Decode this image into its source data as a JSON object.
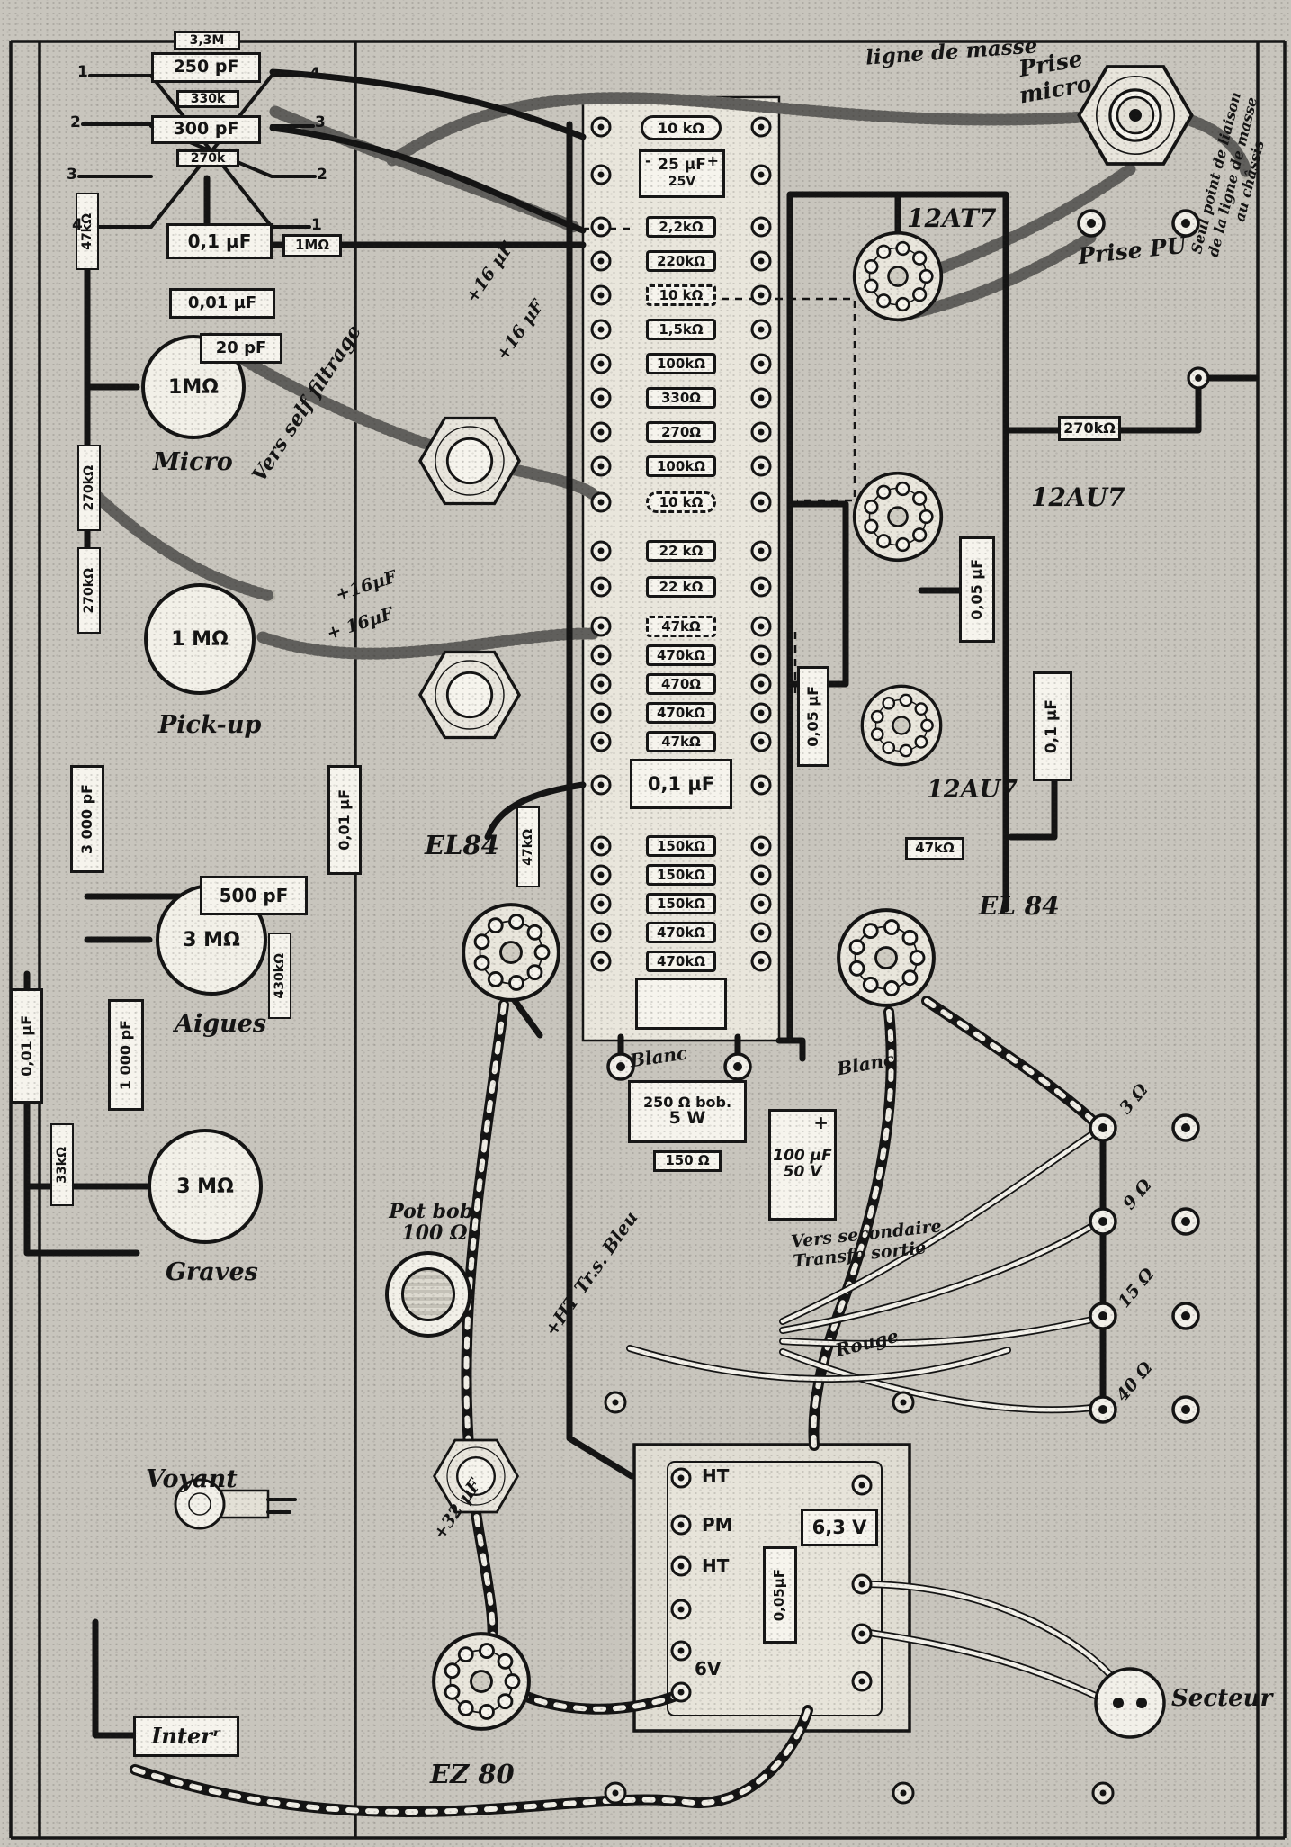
{
  "switch": {
    "r1": "3,3M",
    "c1": "250 pF",
    "r2": "330k",
    "c2": "300 pF",
    "r3": "270k",
    "contacts_left": [
      "1",
      "2",
      "3",
      "4"
    ],
    "contacts_right": [
      "4",
      "3",
      "2",
      "1"
    ]
  },
  "left": {
    "r_top": "47kΩ",
    "c_01": "0,1 µF",
    "r_1m": "1MΩ",
    "c_001": "0,01 µF",
    "c_20": "20 pF",
    "r_270a": "270kΩ",
    "r_270b": "270kΩ",
    "c_3000": "3 000 pF",
    "c_001b": "0,01 µF",
    "c_500": "500 pF",
    "r_430": "430kΩ",
    "c_1000": "1 000 pF",
    "c_001c": "0,01 µF",
    "r_33": "33kΩ"
  },
  "pots": {
    "micro": {
      "value": "1MΩ",
      "name": "Micro"
    },
    "pickup": {
      "value": "1 MΩ",
      "name": "Pick-up"
    },
    "aigues": {
      "value": "3 MΩ",
      "name": "Aigues"
    },
    "graves": {
      "value": "3 MΩ",
      "name": "Graves"
    },
    "potbob": {
      "name": "Pot bob.\n100 Ω"
    }
  },
  "strip": {
    "top": "10 kΩ",
    "cap": {
      "minus": "-",
      "value": "25 µF",
      "volt": "25V",
      "plus": "+"
    },
    "rows": [
      "2,2kΩ",
      "220kΩ",
      "10 kΩ",
      "1,5kΩ",
      "100kΩ",
      "330Ω",
      "270Ω",
      "100kΩ",
      "10 kΩ",
      "22 kΩ",
      "22 kΩ",
      "47kΩ",
      "470kΩ",
      "470Ω",
      "470kΩ",
      "47kΩ"
    ],
    "film": "0,1 µF",
    "rows2": [
      "150kΩ",
      "150kΩ",
      "150kΩ",
      "470kΩ",
      "470kΩ"
    ]
  },
  "center": {
    "r_47": "47kΩ",
    "c_005": "0,05 µF"
  },
  "right": {
    "r_270": "270kΩ",
    "c_005": "0,05 µF",
    "c_01": "0,1 µF",
    "r_47": "47kΩ"
  },
  "tubes": {
    "t1": "12AT7",
    "t2": "12AU7",
    "t3": "12AU7",
    "t4": "EL 84",
    "t5": "EL84",
    "t6": "EZ 80"
  },
  "cathode": {
    "blanc1": "Blanc",
    "blanc2": "Blanc",
    "res": "250 Ω bob.",
    "watt": "5 W",
    "res2": "150 Ω",
    "cap": "100 µF\n50 V",
    "plus": "+"
  },
  "output": {
    "taps": [
      "3 Ω",
      "9 Ω",
      "15 Ω",
      "40 Ω"
    ],
    "note": "Vers secondaire\nTransfo sortie",
    "rouge": "Rouge",
    "bleu": "+HT  Tr.s. Bleu"
  },
  "power": {
    "t1": "HT",
    "t2": "PM",
    "t3": "HT",
    "t4": "6V",
    "heater": "6,3 V",
    "cap": "0,05µF"
  },
  "notes": {
    "masse": "ligne de masse",
    "prise_micro": "Prise\nmicro",
    "prise_pu": "Prise PU",
    "seul": "Seul point de liaison\nde la ligne de masse\nau châssis",
    "self": "Vers self filtrage",
    "c16a": "+16 µF",
    "c16b": "+16 µF",
    "c16c": "+16µF",
    "c16d": "+ 16µF",
    "c32": "+32 µF",
    "voyant": "Voyant",
    "inter": "Interʳ",
    "secteur": "Secteur"
  }
}
